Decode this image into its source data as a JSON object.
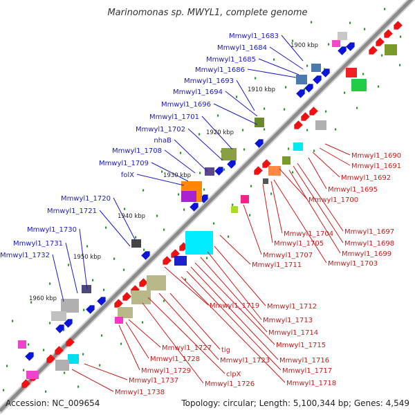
{
  "title": "Marinomonas sp. MWYL1, complete genome",
  "footer": {
    "accession": "Accession: NC_009654",
    "summary": "Topology: circular; Length: 5,100,344 bp; Genes: 4,549"
  },
  "colors": {
    "forward_strand_label": "#1a1acc",
    "reverse_strand_label": "#cc1a1a",
    "forward_gene": "#0a14d8",
    "reverse_gene": "#ee1111",
    "backbone": "#8a8a8a",
    "tick_dot": "#2a9a2a"
  },
  "kbp_markers": [
    "1900 kbp",
    "1910 kbp",
    "1920 kbp",
    "1930 kbp",
    "1940 kbp",
    "1950 kbp",
    "1960 kbp"
  ],
  "forward_labels": [
    "Mmwyl1_1683",
    "Mmwyl1_1684",
    "Mmwyl1_1685",
    "Mmwyl1_1686",
    "Mmwyl1_1693",
    "Mmwyl1_1694",
    "Mmwyl1_1696",
    "Mmwyl1_1701",
    "Mmwyl1_1702",
    "nhaB",
    "Mmwyl1_1708",
    "Mmwyl1_1709",
    "folX",
    "Mmwyl1_1720",
    "Mmwyl1_1721",
    "Mmwyl1_1730",
    "Mmwyl1_1731",
    "Mmwyl1_1732"
  ],
  "reverse_labels": [
    "Mmwyl1_1690",
    "Mmwyl1_1691",
    "Mmwyl1_1692",
    "Mmwyl1_1695",
    "Mmwyl1_1697",
    "Mmwyl1_1698",
    "Mmwyl1_1699",
    "Mmwyl1_1700",
    "Mmwyl1_1703",
    "Mmwyl1_1704",
    "Mmwyl1_1705",
    "Mmwyl1_1707",
    "Mmwyl1_1711",
    "Mmwyl1_1712",
    "Mmwyl1_1713",
    "Mmwyl1_1714",
    "Mmwyl1_1715",
    "Mmwyl1_1716",
    "Mmwyl1_1717",
    "Mmwyl1_1718",
    "Mmwyl1_1719",
    "tig",
    "Mmwyl1_1723",
    "clpX",
    "Mmwyl1_1726",
    "Mmwyl1_1727",
    "Mmwyl1_1728",
    "Mmwyl1_1729",
    "Mmwyl1_1737",
    "Mmwyl1_1738"
  ]
}
